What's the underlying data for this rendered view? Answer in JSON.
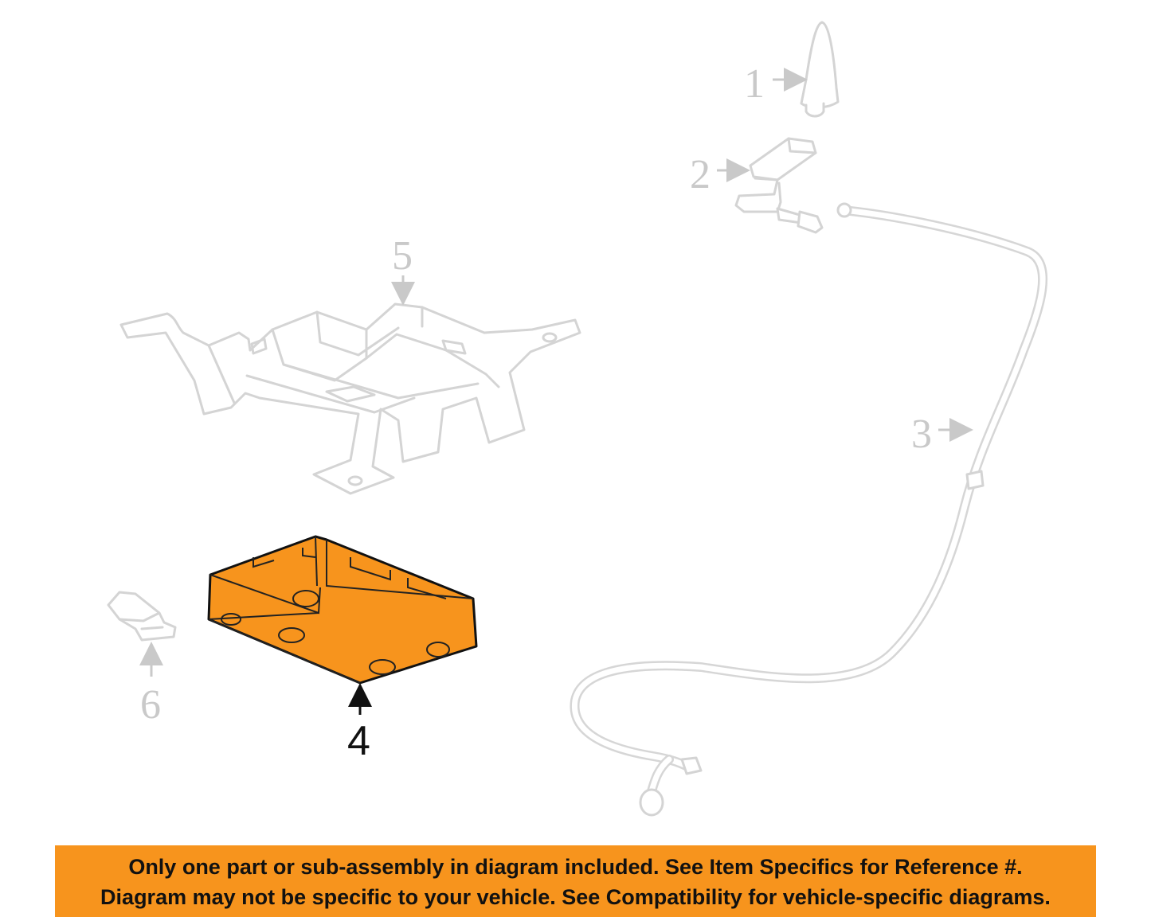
{
  "diagram": {
    "callouts": [
      {
        "number": "1"
      },
      {
        "number": "2"
      },
      {
        "number": "3"
      },
      {
        "number": "4"
      },
      {
        "number": "5"
      },
      {
        "number": "6"
      }
    ],
    "highlighted_part": "4",
    "colors": {
      "highlight": "#f7941d",
      "ghost_stroke": "#d4d4d4",
      "callout_grey": "#c9c9c9",
      "callout_main": "#111111"
    }
  },
  "banner": {
    "line1": "Only one part or sub-assembly in diagram included. See Item Specifics for Reference #.",
    "line2": "Diagram may not be specific to your vehicle. See Compatibility for vehicle-specific diagrams.",
    "background": "#f7941d"
  }
}
